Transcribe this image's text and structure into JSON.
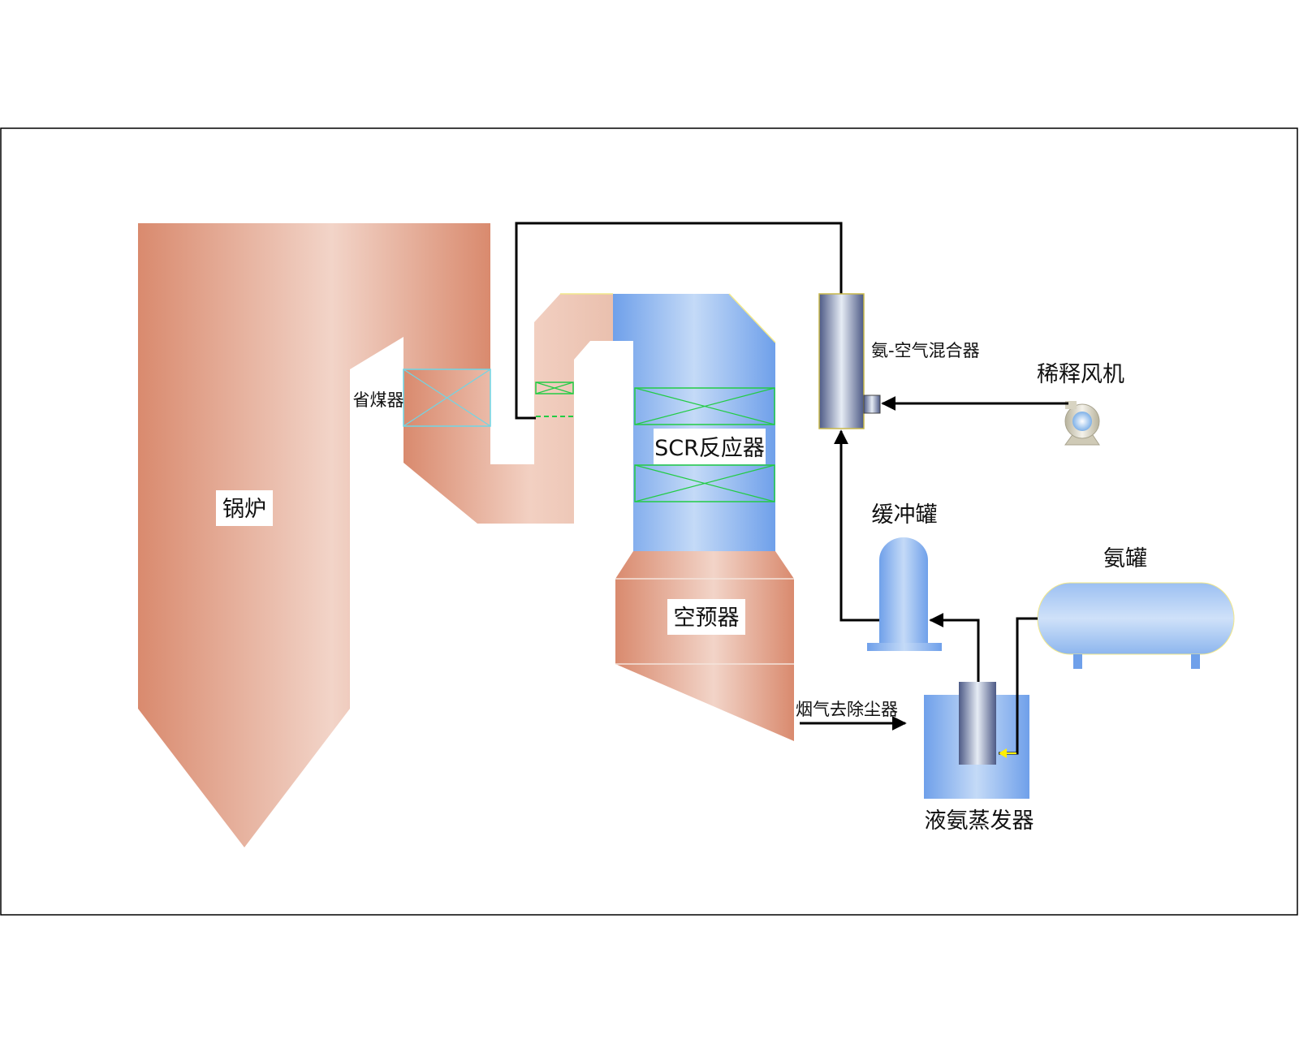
{
  "labels": {
    "boiler": "锅炉",
    "economizer": "省煤器",
    "scr_reactor": "SCR反应器",
    "air_preheater": "空预器",
    "ammonia_air_mixer": "氨-空气混合器",
    "dilution_fan": "稀释风机",
    "buffer_tank": "缓冲罐",
    "ammonia_tank": "氨罐",
    "liquid_ammonia_evaporator": "液氨蒸发器",
    "flue_gas_to_precipitator": "烟气去除尘器"
  },
  "colors": {
    "boiler_fill": "#d98a6e",
    "boiler_light": "#f2d4c8",
    "reactor_fill": "#6fa0ea",
    "reactor_light": "#c4daf7",
    "catalyst_grid": "#22cc44",
    "pipe": "#000000",
    "flow_marker": "#ffee00",
    "frame": "#000000"
  }
}
